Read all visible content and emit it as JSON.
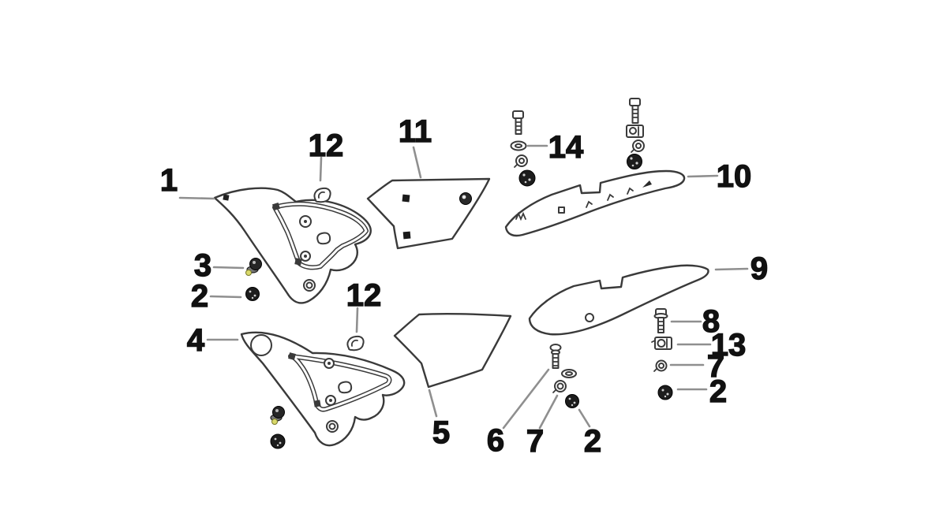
{
  "figure": {
    "type": "exploded-parts-diagram",
    "background": "#ffffff",
    "outline_color": "#3a3a3a",
    "label_color": "#111111",
    "leader_color": "#8f8f8f",
    "highlight_color": "#d9d96b"
  },
  "callouts": [
    {
      "label": "1",
      "target": "upper-left-side-cover-icon"
    },
    {
      "label": "3",
      "target": "flange-bolt-icon"
    },
    {
      "label": "2",
      "target": "flange-nut-icon"
    },
    {
      "label": "4",
      "target": "lower-left-side-cover-icon"
    },
    {
      "label": "12",
      "target": "clip-icon"
    },
    {
      "label": "12",
      "target": "clip-icon"
    },
    {
      "label": "11",
      "target": "upper-middle-side-cover-icon"
    },
    {
      "label": "14",
      "target": "washer-icon"
    },
    {
      "label": "10",
      "target": "upper-trim-strip-icon"
    },
    {
      "label": "9",
      "target": "lower-trim-strip-icon"
    },
    {
      "label": "5",
      "target": "lower-middle-side-cover-icon"
    },
    {
      "label": "6",
      "target": "screw-icon"
    },
    {
      "label": "7",
      "target": "collar-icon"
    },
    {
      "label": "2",
      "target": "flange-nut-icon"
    },
    {
      "label": "8",
      "target": "bolt-icon"
    },
    {
      "label": "13",
      "target": "clamp-icon"
    },
    {
      "label": "7",
      "target": "collar-icon"
    },
    {
      "label": "2",
      "target": "flange-nut-icon"
    }
  ]
}
